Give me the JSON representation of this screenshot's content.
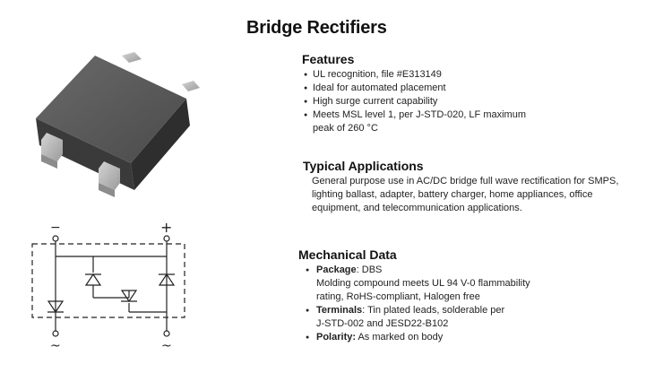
{
  "title": "Bridge Rectifiers",
  "features": {
    "heading": "Features",
    "items": [
      "UL recognition, file #E313149",
      "Ideal for automated placement",
      "High surge current capability",
      "Meets MSL level 1, per J-STD-020, LF maximum"
    ],
    "item4_line2": "peak of 260 °C"
  },
  "applications": {
    "heading": "Typical Applications",
    "text": "General purpose use in AC/DC bridge full wave rectification for SMPS, lighting ballast, adapter, battery charger, home appliances, office equipment, and telecommunication applications."
  },
  "mechanical": {
    "heading": "Mechanical Data",
    "package_label": "Package",
    "package_value": ": DBS",
    "package_line2": "Molding compound meets UL 94 V-0 flammability",
    "package_line3": "rating, RoHS-compliant, Halogen free",
    "terminals_label": "Terminals",
    "terminals_value": ": Tin plated leads, solderable  per",
    "terminals_line2": "J-STD-002 and JESD22-B102",
    "polarity_label": "Polarity:",
    "polarity_value": " As marked on body"
  },
  "schematic": {
    "minus_symbol": "−",
    "plus_symbol": "+",
    "ac_symbol": "~"
  }
}
